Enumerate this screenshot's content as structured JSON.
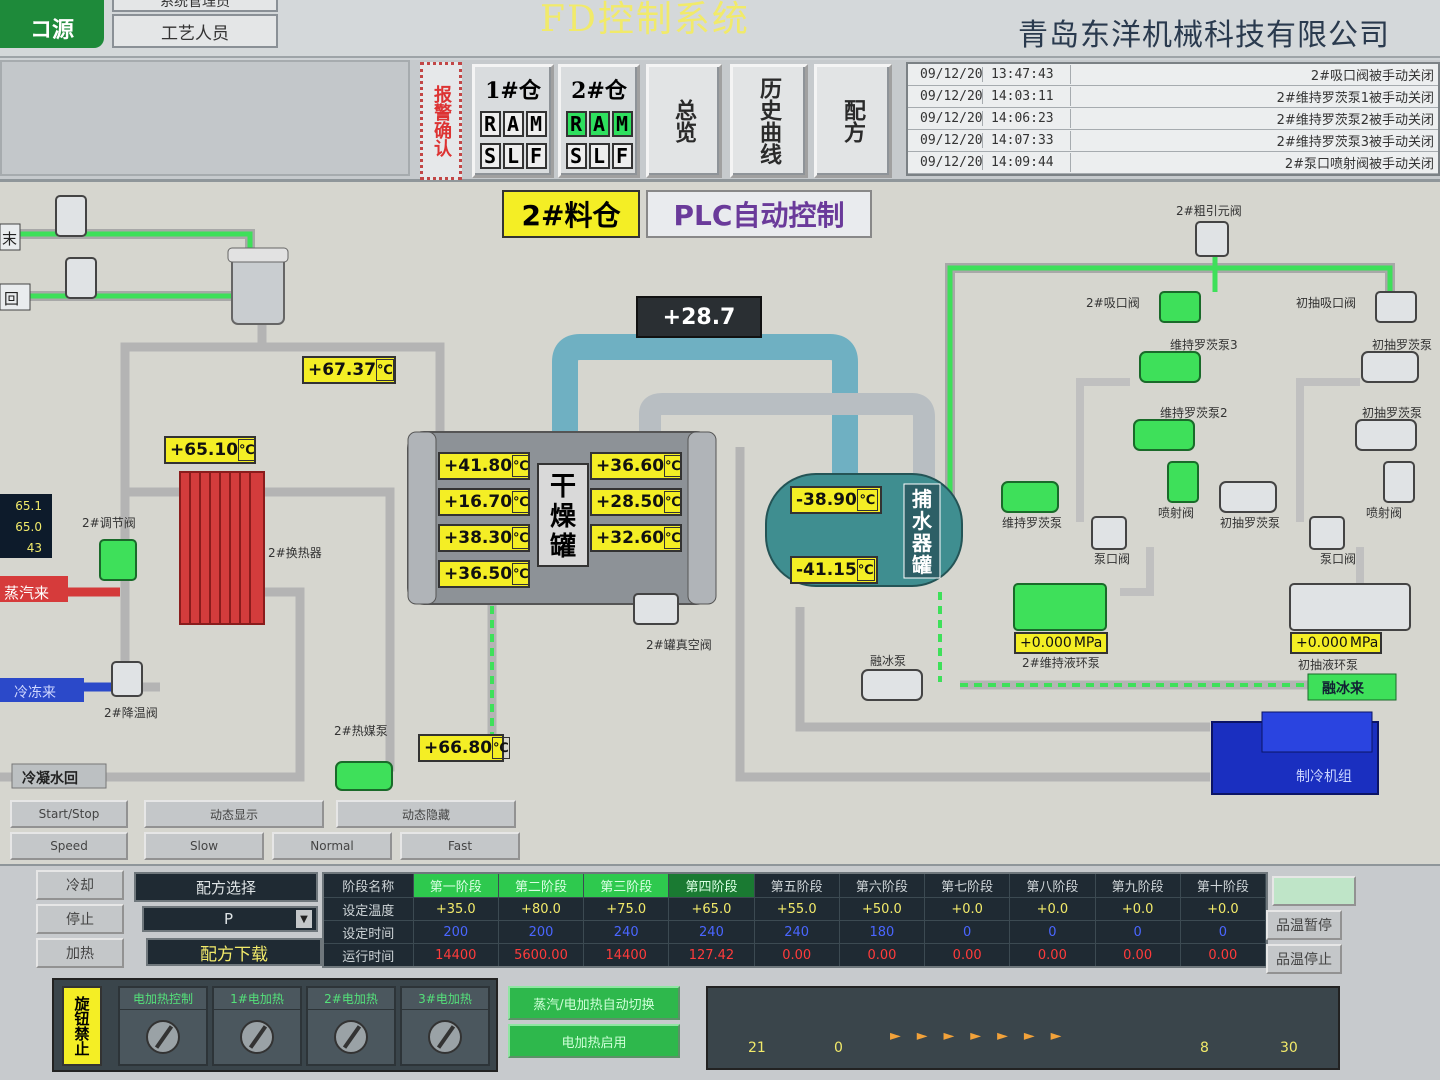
{
  "header": {
    "logo_text": "コ源",
    "top_user_box": "系统管理员",
    "user_box": "工艺人员",
    "system_title": "FD控制系统",
    "company": "青岛东洋机械科技有限公司"
  },
  "nav": {
    "alarm_confirm": "报警确认",
    "bin1": {
      "title": "1#仓",
      "row1": [
        "R",
        "A",
        "M"
      ],
      "row2": [
        "S",
        "L",
        "F"
      ]
    },
    "bin2": {
      "title": "2#仓",
      "row1": [
        "R",
        "A",
        "M"
      ],
      "row2": [
        "S",
        "L",
        "F"
      ]
    },
    "overview": "总览",
    "history_curve": "历史曲线",
    "recipe": "配方"
  },
  "alarms": [
    {
      "date": "09/12/20",
      "time": "13:47:43",
      "msg": "2#吸口阀被手动关闭"
    },
    {
      "date": "09/12/20",
      "time": "14:03:11",
      "msg": "2#维持罗茨泵1被手动关闭"
    },
    {
      "date": "09/12/20",
      "time": "14:06:23",
      "msg": "2#维持罗茨泵2被手动关闭"
    },
    {
      "date": "09/12/20",
      "time": "14:07:33",
      "msg": "2#维持罗茨泵3被手动关闭"
    },
    {
      "date": "09/12/20",
      "time": "14:09:44",
      "msg": "2#泵口喷射阀被手动关闭"
    }
  ],
  "process": {
    "bin_label": "2#料仓",
    "mode_label": "PLC自动控制",
    "top_reading": "+28.7",
    "dryer_label": "干燥罐",
    "trap_label": "捕水器罐",
    "readings": {
      "inlet": "+67.37",
      "heater": "+65.10",
      "d_l1": "+41.80",
      "d_l2": "+16.70",
      "d_l3": "+38.30",
      "d_l4": "+36.50",
      "d_r1": "+36.60",
      "d_r2": "+28.50",
      "d_r3": "+32.60",
      "trap1": "-38.90",
      "trap2": "-41.15",
      "hot_pump": "+66.80",
      "p1": "+0.000",
      "p2": "+0.000"
    },
    "unit_c": "℃",
    "unit_mpa": "MPa",
    "side_values": [
      "65.1",
      "65.0",
      "43"
    ],
    "side_labels": {
      "cold1": "末",
      "cold2": "回",
      "steam": "蒸汽来",
      "coolant": "冷冻来",
      "cond_return": "冷凝水回"
    },
    "labels": {
      "valve_adjust": "2#调节阀",
      "heat_exchanger": "2#换热器",
      "temp_valve": "2#降温阀",
      "hot_pump": "2#热媒泵",
      "vac_valve": "2#罐真空阀",
      "guide_valve": "2#粗引元阀",
      "suction_valve": "2#吸口阀",
      "rough_suction": "初抽吸口阀",
      "roots3": "维持罗茨泵3",
      "roots2": "维持罗茨泵2",
      "roots": "维持罗茨泵",
      "roots_r1": "初抽罗茨泵",
      "roots_r2": "初抽罗茨泵",
      "roots_r3": "初抽罗茨泵",
      "pump_valve1": "泵口阀",
      "pump_valve2": "泵口阀",
      "spray1": "喷射阀",
      "spray2": "喷射阀",
      "ring1": "2#维持液环泵",
      "ring2": "初抽液环泵",
      "melt_pump": "融冰泵",
      "melt_in": "融冰来",
      "chiller": "制冷机组"
    }
  },
  "controls": {
    "start_stop": "Start/Stop",
    "dynamic": "动态显示",
    "dynamic_hide": "动态隐藏",
    "speed": "Speed",
    "slow": "Slow",
    "normal": "Normal",
    "fast": "Fast"
  },
  "bottom": {
    "cool": "冷却",
    "stop": "停止",
    "heat": "加热",
    "recipe_select": "配方选择",
    "recipe_value": "P",
    "recipe_download": "配方下载",
    "table_headers": [
      "阶段名称",
      "第一阶段",
      "第二阶段",
      "第三阶段",
      "第四阶段",
      "第五阶段",
      "第六阶段",
      "第七阶段",
      "第八阶段",
      "第九阶段",
      "第十阶段"
    ],
    "row_temp_label": "设定温度",
    "row_temp": [
      "+35.0",
      "+80.0",
      "+75.0",
      "+65.0",
      "+55.0",
      "+50.0",
      "+0.0",
      "+0.0",
      "+0.0",
      "+0.0"
    ],
    "row_time_label": "设定时间",
    "row_time": [
      "200",
      "200",
      "240",
      "240",
      "240",
      "180",
      "0",
      "0",
      "0",
      "0"
    ],
    "row_run_label": "运行时间",
    "row_run": [
      "14400",
      "5600.00",
      "14400",
      "127.42",
      "0.00",
      "0.00",
      "0.00",
      "0.00",
      "0.00",
      "0.00"
    ],
    "product_pause": "品温暂停",
    "product_stop": "品温停止",
    "knob_panel": "旋钮禁止",
    "knobs": [
      "电加热控制",
      "1#电加热",
      "2#电加热",
      "3#电加热"
    ],
    "auto_switch": "蒸汽/电加热自动切换",
    "elec_on": "电加热启用",
    "counter_left": "21",
    "counter_mid": "0",
    "counter_right1": "8",
    "counter_right2": "30"
  }
}
